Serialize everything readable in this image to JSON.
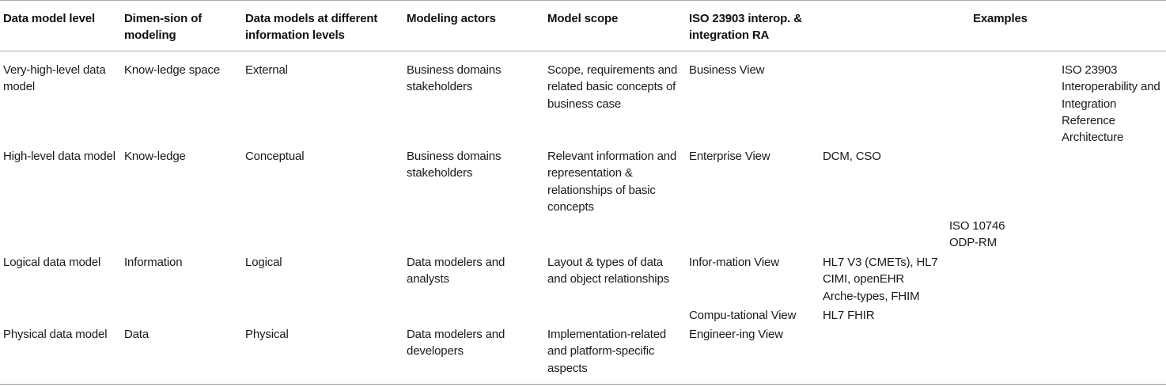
{
  "table": {
    "headers": [
      "Data model level",
      "Dimen-sion of\nmodeling",
      "Data models at different\ninformation levels",
      "Modeling actors",
      "Model scope",
      "ISO 23903 interop. &\nintegration RA",
      "Examples"
    ],
    "rows": [
      {
        "level": "Very-high-level data\nmodel",
        "dimension": "Know-ledge space",
        "information_level": "External",
        "actors": "Business domains\nstakeholders",
        "scope": "Scope, requirements and\nrelated basic concepts of\nbusiness case",
        "iso_view": "Business View",
        "example": "",
        "ref_architecture": "ISO 23903\nInteroperability and\nIntegration\nReference\nArchitecture"
      },
      {
        "level": "High-level data model",
        "dimension": "Know-ledge",
        "information_level": "Conceptual",
        "actors": "Business domains\nstakeholders",
        "scope": "Relevant information and\nrepresentation &\nrelationships of basic\nconcepts",
        "iso_view": "Enterprise View",
        "example": "DCM, CSO"
      },
      {
        "odp_rm": "ISO 10746\nODP-RM"
      },
      {
        "level": "Logical data model",
        "dimension": "Information",
        "information_level": "Logical",
        "actors": "Data modelers and\nanalysts",
        "scope": "Layout & types of data\nand object relationships",
        "iso_view": "Infor-mation View",
        "example": "HL7 V3 (CMETs), HL7\nCIMI, openEHR\nArche-types, FHIM"
      },
      {
        "iso_view": "Compu-tational View",
        "example": "HL7 FHIR"
      },
      {
        "level": "Physical data model",
        "dimension": "Data",
        "information_level": "Physical",
        "actors": "Data modelers and\ndevelopers",
        "scope": "Implementation-related\nand platform-specific\naspects",
        "iso_view": "Engineer-ing View"
      }
    ]
  }
}
